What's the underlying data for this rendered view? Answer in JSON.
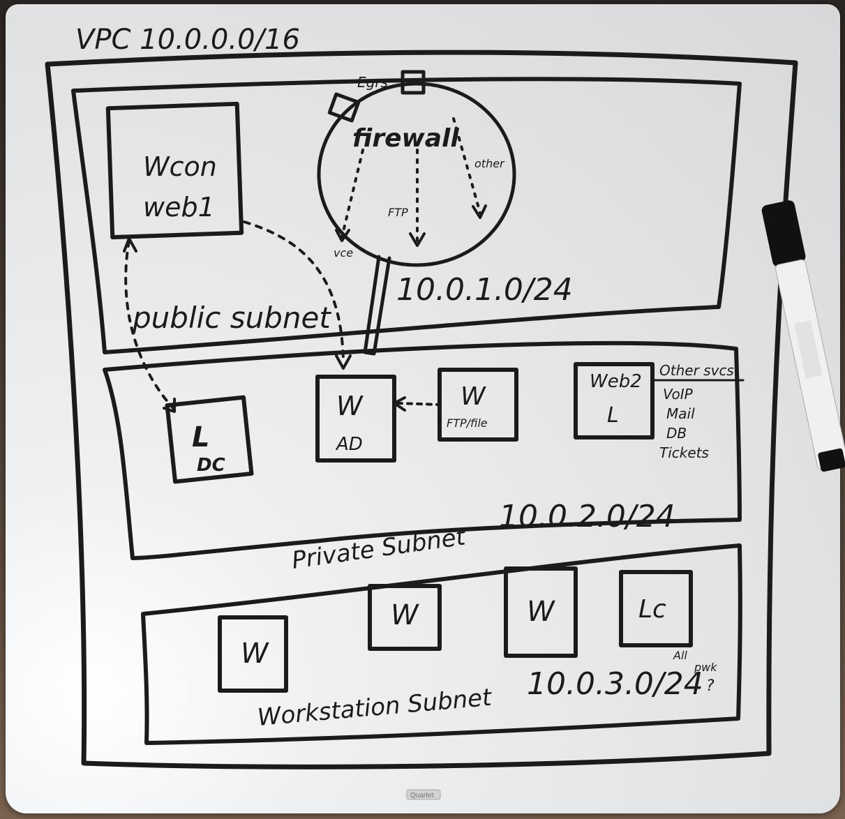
{
  "vpc": {
    "label": "VPC 10.0.0.0/16"
  },
  "public_subnet": {
    "label": "public subnet",
    "cidr": "10.0.1.0/24",
    "web_box": {
      "line1": "Wcon",
      "line2": "web1"
    },
    "firewall": {
      "label": "firewall",
      "egress": "Egrs",
      "ports": [
        "vce",
        "FTP",
        "other"
      ]
    }
  },
  "private_subnet": {
    "label": "Private Subnet",
    "cidr": "10.0.2.0/24",
    "dc_box": {
      "line1": "L",
      "line2": "DC"
    },
    "ad_box": {
      "line1": "W",
      "line2": "AD"
    },
    "file_box": {
      "line1": "W",
      "line2": "FTP/file"
    },
    "web2_box": {
      "line1": "Web2",
      "line2": "L"
    },
    "other_list": [
      "Other svcs",
      "VoIP",
      "Mail",
      "DB",
      "Tickets"
    ]
  },
  "workstation_subnet": {
    "label": "Workstation Subnet",
    "cidr": "10.0.3.0/24",
    "boxes": [
      "W",
      "W",
      "W",
      "Lc"
    ],
    "note": [
      "All",
      "pwk",
      "?"
    ]
  },
  "board_brand": "Quartet",
  "colors": {
    "ink": "#1b1b1b",
    "board": "#e6e8ea"
  }
}
